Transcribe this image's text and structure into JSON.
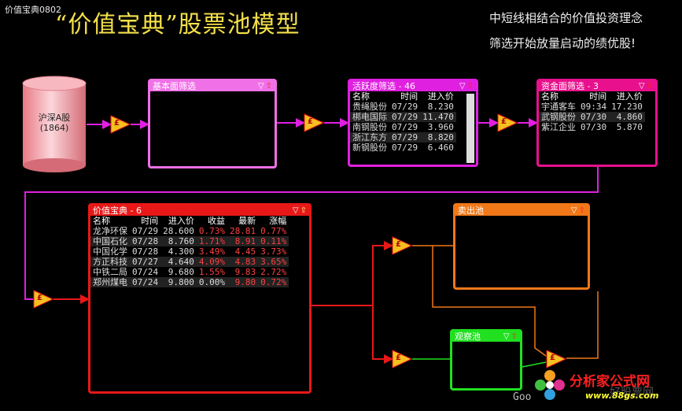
{
  "app_title": "价值宝典0802",
  "main_title": "“价值宝典”股票池模型",
  "concept_line1": "中短线相结合的价值投资理念",
  "concept_line2": "筛选开始放量启动的绩优股!",
  "source": {
    "name": "沪深A股",
    "count": "(1864)"
  },
  "gate_symbol": "£",
  "panels": {
    "fundamental": {
      "title": "基本面筛选"
    },
    "active": {
      "title": "活跃度筛选 - 46",
      "headers": [
        "名称",
        "时间",
        "进入价"
      ],
      "rows": [
        [
          "贵绳股份",
          "07/29",
          "8.230"
        ],
        [
          "梆电国际",
          "07/29",
          "11.470"
        ],
        [
          "南钢股份",
          "07/29",
          "3.960"
        ],
        [
          "浙江东方",
          "07/29",
          "8.820"
        ],
        [
          "新钢股份",
          "07/29",
          "6.460"
        ]
      ]
    },
    "capital": {
      "title": "资金面筛选 - 3",
      "headers": [
        "名称",
        "时间",
        "进入价"
      ],
      "rows": [
        [
          "宇通客车",
          "09:34",
          "17.230"
        ],
        [
          "武钢股份",
          "07/30",
          "4.860"
        ],
        [
          "紫江企业",
          "07/30",
          "5.870"
        ]
      ]
    },
    "treasure": {
      "title": "价值宝典 - 6",
      "headers": [
        "名称",
        "时间",
        "进入价",
        "收益",
        "最新",
        "涨幅"
      ],
      "rows": [
        [
          "龙净环保",
          "07/29",
          "28.600",
          "0.73%",
          "28.81",
          "0.77%"
        ],
        [
          "中国石化",
          "07/28",
          "8.760",
          "1.71%",
          "8.91",
          "0.11%"
        ],
        [
          "中国化学",
          "07/28",
          "4.300",
          "3.49%",
          "4.45",
          "3.73%"
        ],
        [
          "方正科技",
          "07/27",
          "4.640",
          "4.09%",
          "4.83",
          "3.65%"
        ],
        [
          "中铁二局",
          "07/24",
          "9.680",
          "1.55%",
          "9.83",
          "2.72%"
        ],
        [
          "郑州煤电",
          "07/24",
          "9.800",
          "0.00%",
          "9.80",
          "0.72%"
        ]
      ]
    },
    "sell": {
      "title": "卖出池"
    },
    "watch": {
      "title": "观察池"
    }
  },
  "controls": {
    "filter_icon": "filter-icon",
    "up_icon": "up-arrow-icon"
  },
  "logo_text": "分析家公式网",
  "logo_url": "www.88gs.com",
  "watermark": "Goo",
  "watermark2": "好股票网",
  "colors": {
    "fundamental": "#f070e8",
    "active": "#e020e0",
    "capital": "#e8108c",
    "treasure": "#e81818",
    "sell": "#f07818",
    "watch": "#20e020",
    "title_yellow": "#f4e04a",
    "positive": "#ff4040"
  }
}
